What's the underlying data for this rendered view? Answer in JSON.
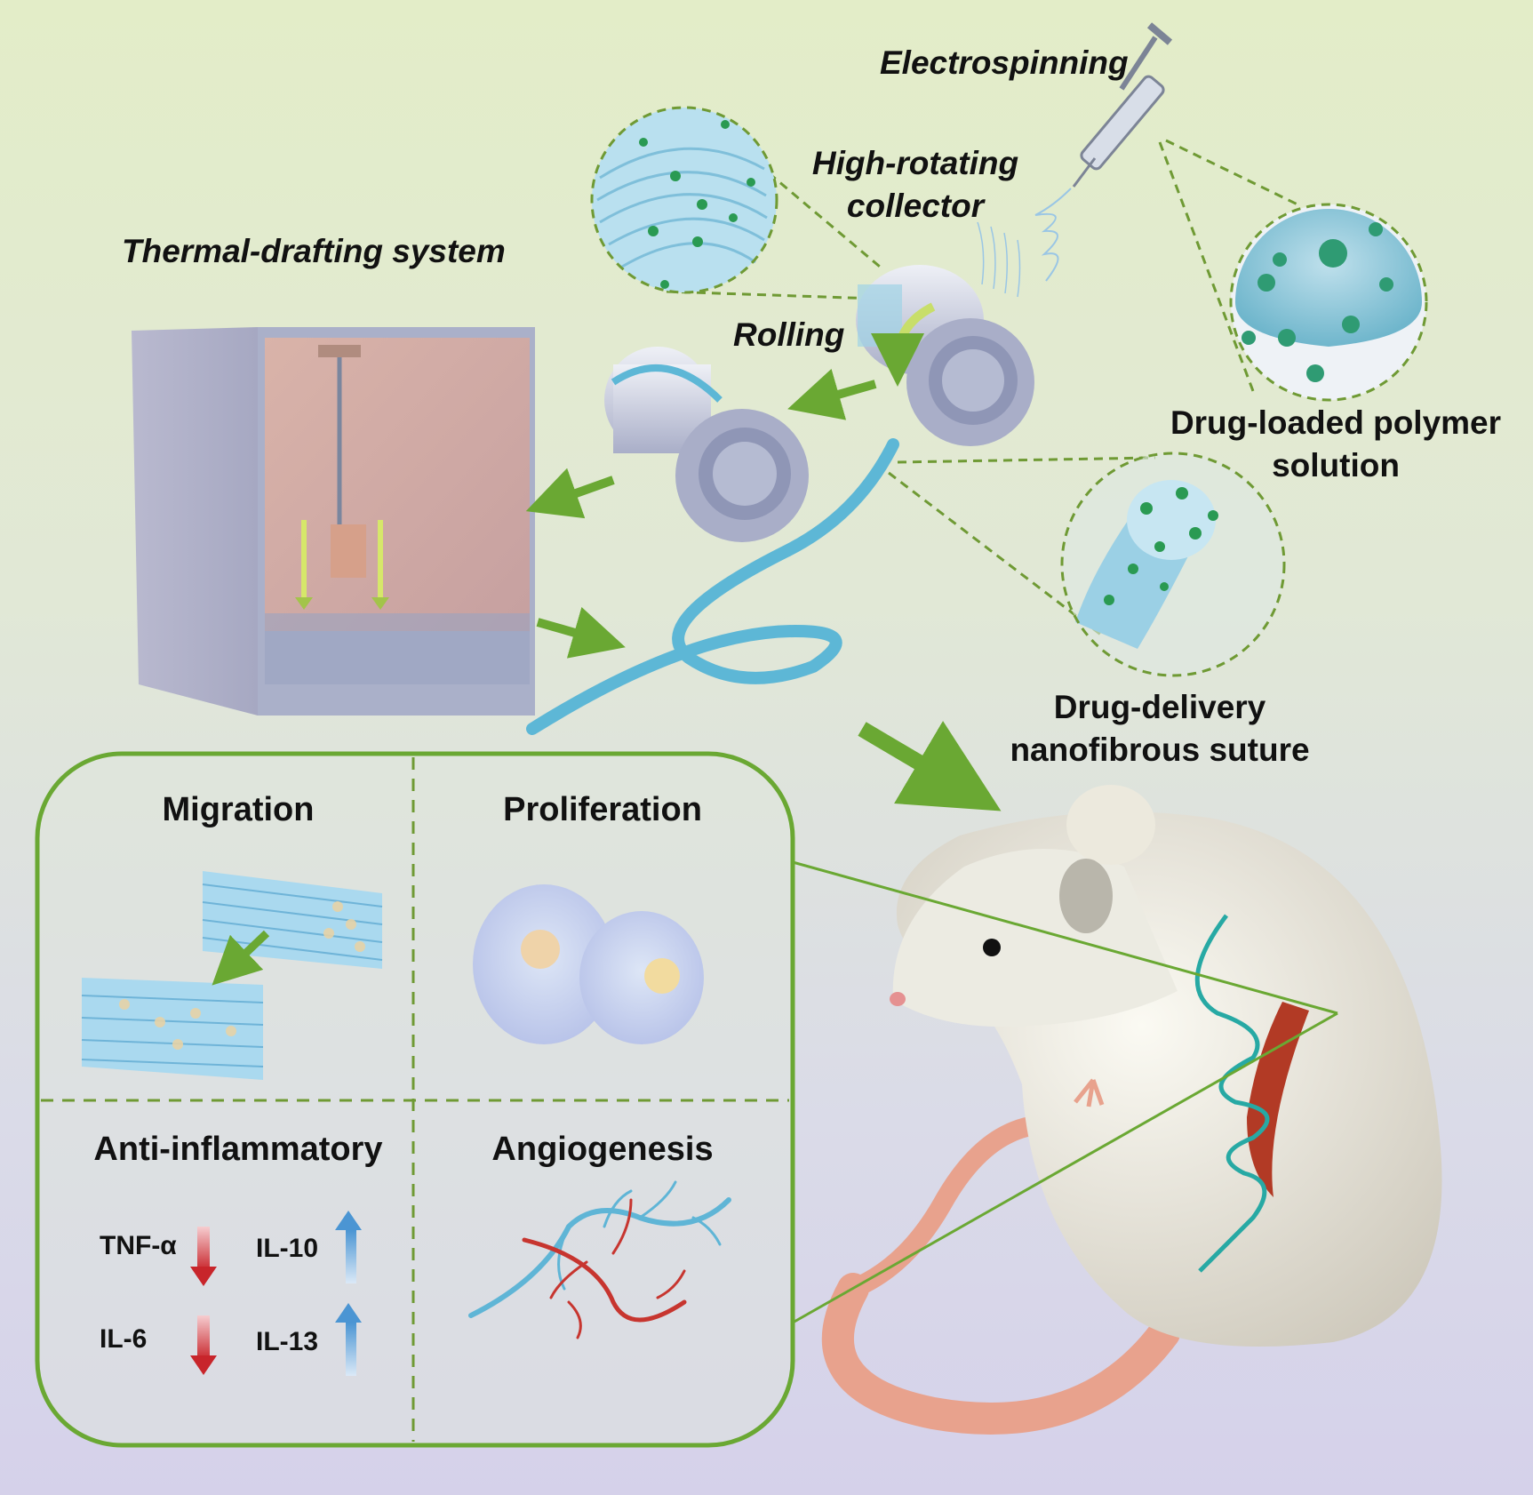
{
  "process": {
    "electrospinning": "Electrospinning",
    "collector_line1": "High-rotating",
    "collector_line2": "collector",
    "thermal": "Thermal-drafting system",
    "rolling": "Rolling",
    "polymer_line1": "Drug-loaded polymer",
    "polymer_line2": "solution",
    "suture_line1": "Drug-delivery",
    "suture_line2": "nanofibrous suture"
  },
  "effects": {
    "migration": "Migration",
    "proliferation": "Proliferation",
    "anti_inflammatory": "Anti-inflammatory",
    "angiogenesis": "Angiogenesis",
    "markers": {
      "tnf": "TNF-α",
      "il6": "IL-6",
      "il10": "IL-10",
      "il13": "IL-13"
    }
  },
  "colors": {
    "accent_green": "#6aa833",
    "dashed_green": "#6f9a34",
    "down_arrow": "#c8252b",
    "up_arrow": "#4b95d3",
    "fiber_blue": "#5db7d6",
    "vessel_red": "#c7352f"
  }
}
